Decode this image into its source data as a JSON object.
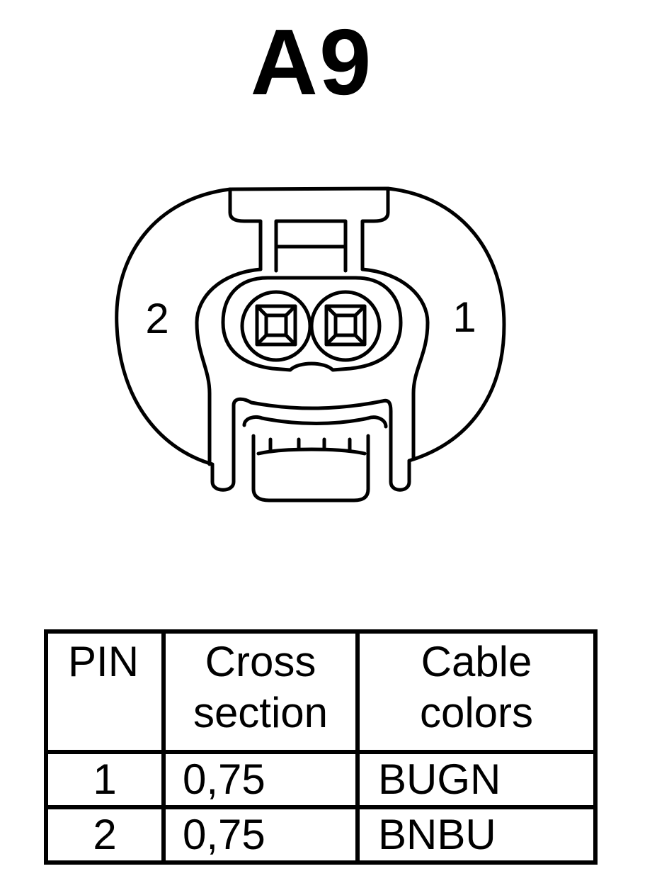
{
  "connector": {
    "title": "A9",
    "pin_labels": {
      "left": "2",
      "right": "1"
    }
  },
  "table": {
    "headers": {
      "pin": "PIN",
      "cross_section_line1": "Cross",
      "cross_section_line2": "section",
      "cable_colors_line1": "Cable",
      "cable_colors_line2": "colors"
    },
    "rows": [
      {
        "pin": "1",
        "cross_section": "0,75",
        "cable_color": "BUGN"
      },
      {
        "pin": "2",
        "cross_section": "0,75",
        "cable_color": "BNBU"
      }
    ]
  }
}
